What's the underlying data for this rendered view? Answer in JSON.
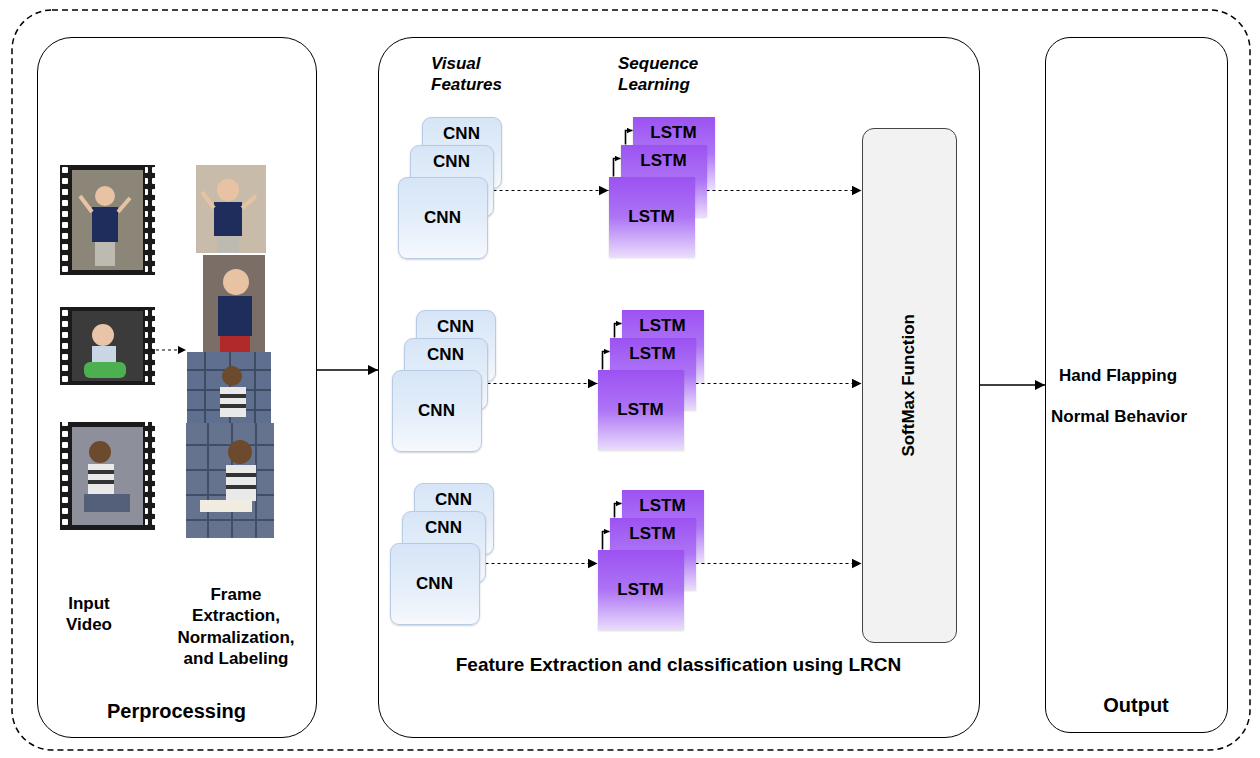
{
  "diagram": {
    "nodes": [
      {
        "text": [
          "Input Video",
          "Frame Extraction, Normalization, and Labeling",
          "Perprocessing"
        ]
      },
      {
        "text": [
          "Visual Features",
          "Sequence Learning",
          "Feature Extraction and classification using LRCN"
        ]
      },
      {
        "text": [
          "CNN"
        ],
        "in": 1
      },
      {
        "text": [
          "CNN"
        ],
        "in": 1
      },
      {
        "text": [
          "CNN"
        ],
        "in": 1
      },
      {
        "text": [
          "LSTM"
        ],
        "in": 1
      },
      {
        "text": [
          "LSTM"
        ],
        "in": 1
      },
      {
        "text": [
          "LSTM"
        ],
        "in": 1
      },
      {
        "text": [
          "CNN"
        ],
        "in": 1
      },
      {
        "text": [
          "CNN"
        ],
        "in": 1
      },
      {
        "text": [
          "CNN"
        ],
        "in": 1
      },
      {
        "text": [
          "LSTM"
        ],
        "in": 1
      },
      {
        "text": [
          "LSTM"
        ],
        "in": 1
      },
      {
        "text": [
          "LSTM"
        ],
        "in": 1
      },
      {
        "text": [
          "CNN"
        ],
        "in": 1
      },
      {
        "text": [
          "CNN"
        ],
        "in": 1
      },
      {
        "text": [
          "CNN"
        ],
        "in": 1
      },
      {
        "text": [
          "LSTM"
        ],
        "in": 1
      },
      {
        "text": [
          "LSTM"
        ],
        "in": 1
      },
      {
        "text": [
          "LSTM"
        ],
        "in": 1
      },
      {
        "text": [
          "SoftMax Function"
        ],
        "in": 1
      },
      {
        "text": [
          "Hand Flapping",
          "Normal Behavior",
          "Output"
        ]
      }
    ],
    "edges": [
      {
        "from": 0,
        "to": 1,
        "arrow": "to"
      },
      {
        "from": 4,
        "to": 7,
        "arrow": "to"
      },
      {
        "from": 10,
        "to": 13,
        "arrow": "to"
      },
      {
        "from": 16,
        "to": 19,
        "arrow": "to"
      },
      {
        "from": 7,
        "to": 6,
        "arrow": "to"
      },
      {
        "from": 6,
        "to": 5,
        "arrow": "to"
      },
      {
        "from": 13,
        "to": 12,
        "arrow": "to"
      },
      {
        "from": 12,
        "to": 11,
        "arrow": "to"
      },
      {
        "from": 19,
        "to": 18,
        "arrow": "to"
      },
      {
        "from": 18,
        "to": 17,
        "arrow": "to"
      },
      {
        "from": 7,
        "to": 20,
        "arrow": "to"
      },
      {
        "from": 13,
        "to": 20,
        "arrow": "to"
      },
      {
        "from": 19,
        "to": 20,
        "arrow": "to"
      },
      {
        "from": 1,
        "to": 21,
        "arrow": "to"
      }
    ]
  }
}
